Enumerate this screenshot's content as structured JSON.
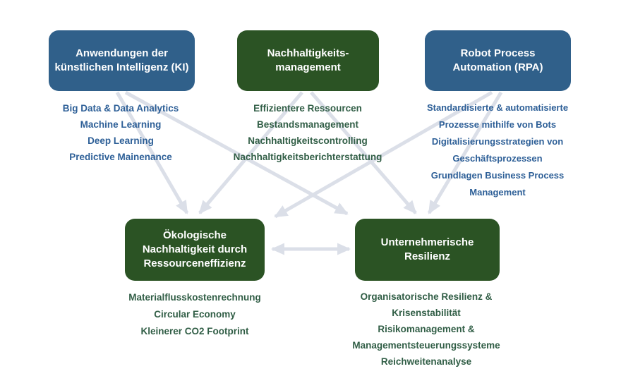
{
  "colors": {
    "blue_box": "#30608A",
    "green_box": "#2B5324",
    "blue_text": "#2D5F97",
    "green_text": "#315E46",
    "arrow": "#DBDFE8",
    "background": "#FFFFFF"
  },
  "boxes": {
    "ki": {
      "label": "Anwendungen der künstlichen Intelligenz (KI)"
    },
    "nm": {
      "label": "Nachhaltigkeits-management"
    },
    "rpa": {
      "label": "Robot Process Automation (RPA)"
    },
    "eco": {
      "label": "Ökologische Nachhaltigkeit durch Ressourceneffizienz"
    },
    "res": {
      "label": "Unternehmerische Resilienz"
    }
  },
  "lists": {
    "ki": [
      "Big Data & Data Analytics",
      "Machine Learning",
      "Deep Learning",
      "Predictive Mainenance"
    ],
    "nm": [
      "Effizientere Ressourcen",
      "Bestandsmanagement",
      "Nachhaltigkeitscontrolling",
      "Nachhaltigkeitsberichterstattung"
    ],
    "rpa": [
      "Standardisierte & automatisierte Prozesse mithilfe von Bots",
      "Digitalisierungsstrategien von Geschäftsprozessen",
      "Grundlagen Business Process Management"
    ],
    "eco": [
      "Materialflusskostenrechnung",
      "Circular Economy",
      "Kleinerer CO2 Footprint"
    ],
    "res": [
      "Organisatorische Resilienz & Krisenstabilität",
      "Risikomanagement & Managementsteuerungssysteme",
      "Reichweitenanalyse"
    ]
  },
  "arrows": [
    {
      "from": "ki",
      "to": "eco",
      "bidirectional": false
    },
    {
      "from": "ki",
      "to": "res",
      "bidirectional": false
    },
    {
      "from": "nm",
      "to": "eco",
      "bidirectional": false
    },
    {
      "from": "nm",
      "to": "res",
      "bidirectional": false
    },
    {
      "from": "rpa",
      "to": "eco",
      "bidirectional": false
    },
    {
      "from": "rpa",
      "to": "res",
      "bidirectional": false
    },
    {
      "from": "eco",
      "to": "res",
      "bidirectional": true
    }
  ]
}
